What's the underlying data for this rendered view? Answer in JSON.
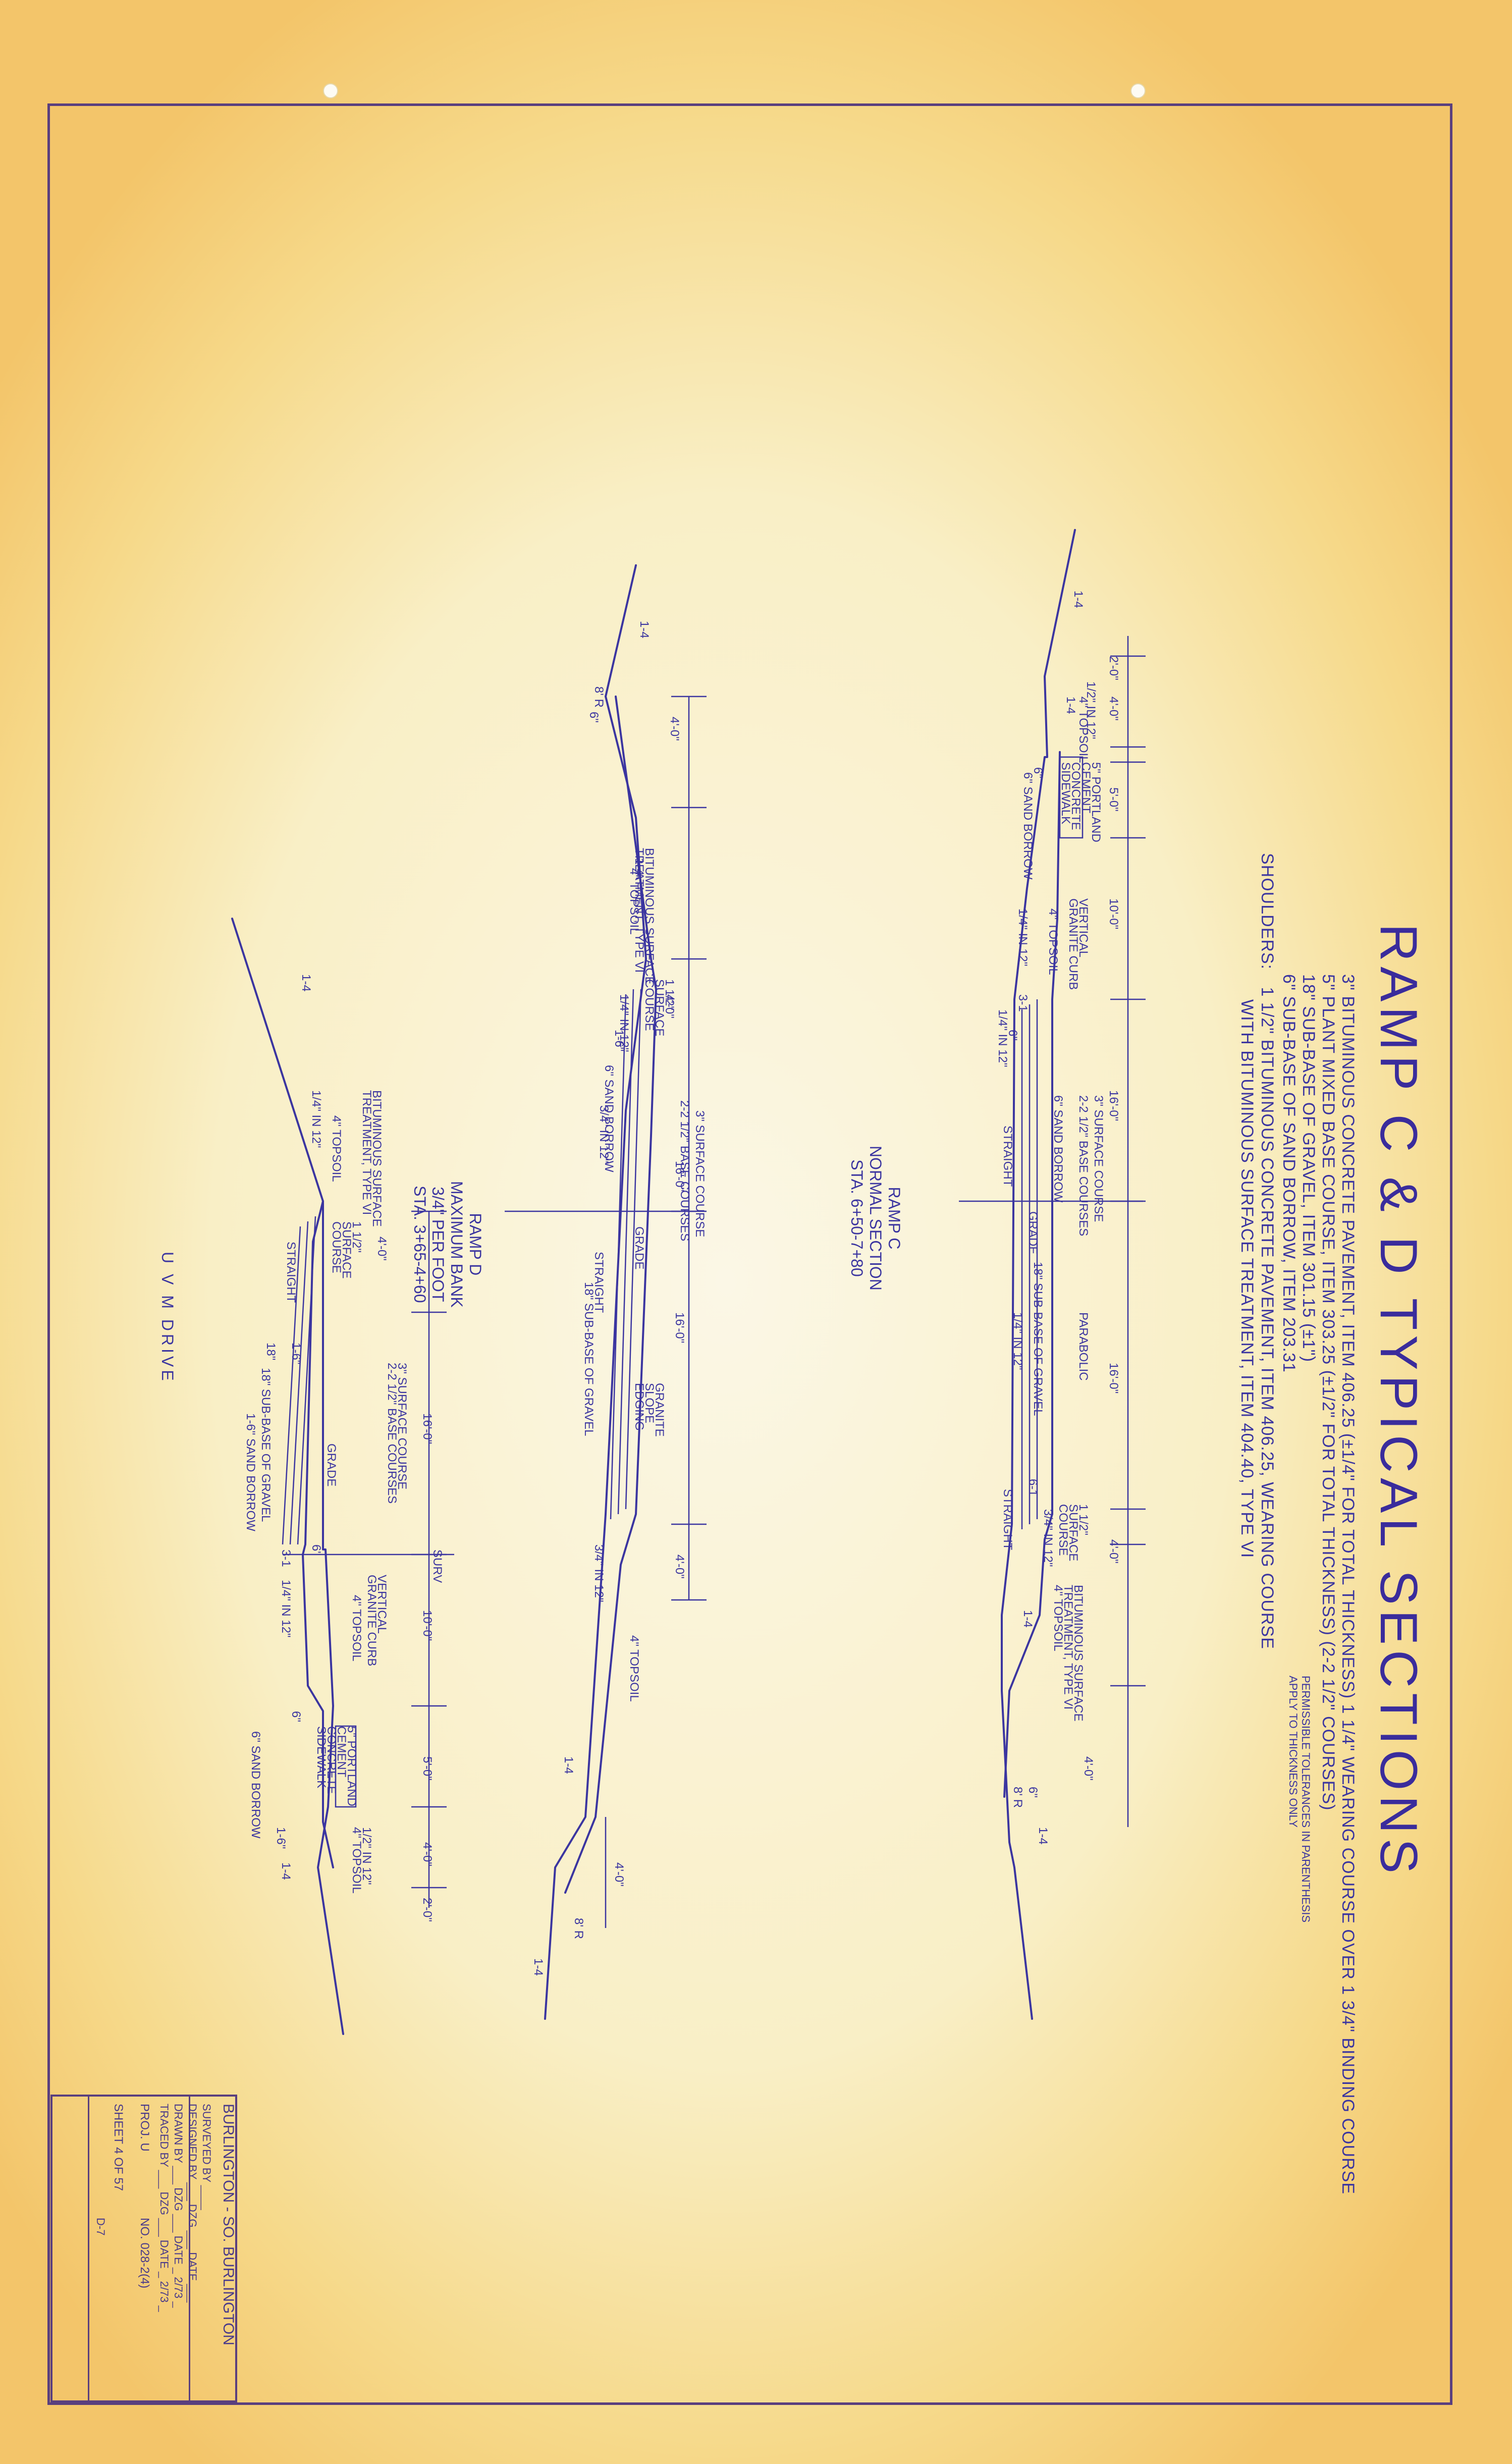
{
  "title": "RAMP C & D TYPICAL SECTIONS",
  "pavement_spec": [
    "3\" BITUMINOUS CONCRETE PAVEMENT, ITEM 406.25 (±1/4\" FOR TOTAL THICKNESS) 1 1/4\" WEARING COURSE OVER 1 3/4\" BINDING COURSE",
    "5\" PLANT MIXED BASE COURSE, ITEM 303.25 (±1/2\" FOR TOTAL THICKNESS) (2-2 1/2\" COURSES)",
    "18\" SUB-BASE OF GRAVEL, ITEM 301.15 (±1\")",
    "6\" SUB-BASE OF SAND BORROW, ITEM 203.31"
  ],
  "tolerance_note": [
    "PERMISSIBLE TOLERANCES IN PARENTHESIS",
    "APPLY TO THICKNESS ONLY"
  ],
  "shoulders": {
    "label": "SHOULDERS:",
    "lines": [
      "1 1/2\" BITUMINOUS CONCRETE PAVEMENT, ITEM 406.25, WEARING COURSE",
      "WITH BITUMINOUS SURFACE TREATMENT, ITEM 404.40, TYPE VI"
    ]
  },
  "sections": [
    {
      "caption": [
        "RAMP C",
        "NORMAL SECTION",
        "STA. 6+50-7+80"
      ],
      "labels": [
        {
          "t": "1-4"
        },
        {
          "t": "2'-0\""
        },
        {
          "t": "4'-0\""
        },
        {
          "t": "1/2\" IN 12\""
        },
        {
          "t": "4\" TOPSOIL"
        },
        {
          "t": "1-4"
        },
        {
          "t": "6\""
        },
        {
          "t": "5'-0\""
        },
        {
          "t": "5\" PORTLAND"
        },
        {
          "t": "CEMENT"
        },
        {
          "t": "CONCRETE"
        },
        {
          "t": "SIDEWALK"
        },
        {
          "t": "6\" SAND BORROW"
        },
        {
          "t": "10'-0\""
        },
        {
          "t": "VERTICAL"
        },
        {
          "t": "GRANITE CURB"
        },
        {
          "t": "4\" TOPSOIL"
        },
        {
          "t": "1/4\" IN 12\""
        },
        {
          "t": "3-1"
        },
        {
          "t": "6\""
        },
        {
          "t": "1/4\" IN 12\""
        },
        {
          "t": "16'-0\""
        },
        {
          "t": "3\" SURFACE COURSE"
        },
        {
          "t": "2-2 1/2\" BASE COURSES"
        },
        {
          "t": "6\" SAND BORROW"
        },
        {
          "t": "STRAIGHT"
        },
        {
          "t": "GRADE"
        },
        {
          "t": "18\" SUB-BASE OF GRAVEL"
        },
        {
          "t": "1/4\" IN 12\""
        },
        {
          "t": "PARABOLIC"
        },
        {
          "t": "16'-0\""
        },
        {
          "t": "STRAIGHT"
        },
        {
          "t": "1 1/2\""
        },
        {
          "t": "SURFACE"
        },
        {
          "t": "COURSE"
        },
        {
          "t": "4'-0\""
        },
        {
          "t": "3/4\" IN 12\""
        },
        {
          "t": "6-1"
        },
        {
          "t": "BITUMINOUS SURFACE"
        },
        {
          "t": "TREATMENT, TYPE VI"
        },
        {
          "t": "4\" TOPSOIL"
        },
        {
          "t": "1-4"
        },
        {
          "t": "4'-0\""
        },
        {
          "t": "6\""
        },
        {
          "t": "8' R"
        },
        {
          "t": "1-4"
        }
      ]
    },
    {
      "caption": [
        "RAMP C",
        "NORMAL SECTION",
        "STA. 6+50-7+80"
      ],
      "labels": [
        {
          "t": "1-4"
        },
        {
          "t": "8' R"
        },
        {
          "t": "6\""
        },
        {
          "t": "4'-0\""
        },
        {
          "t": "BITUMINOUS SURFACE"
        },
        {
          "t": "TREATMENT, TYPE VI"
        },
        {
          "t": "4\" TOPSOIL"
        },
        {
          "t": "1-4"
        },
        {
          "t": "1 1/2\""
        },
        {
          "t": "SURFACE"
        },
        {
          "t": "COURSE"
        },
        {
          "t": "4'-0\""
        },
        {
          "t": "1/4\" IN 12\""
        },
        {
          "t": "1-6\""
        },
        {
          "t": "3\" SURFACE COURSE"
        },
        {
          "t": "2-2 1/2\" BASE COURSES"
        },
        {
          "t": "6\" SAND BORROW"
        },
        {
          "t": "3/4\" IN 12\""
        },
        {
          "t": "16'-0\""
        },
        {
          "t": "GRADE"
        },
        {
          "t": "STRAIGHT"
        },
        {
          "t": "18\" SUB-BASE OF GRAVEL"
        },
        {
          "t": "16'-0\""
        },
        {
          "t": "GRANITE"
        },
        {
          "t": "SLOPE"
        },
        {
          "t": "EDGING"
        },
        {
          "t": "4'-0\""
        },
        {
          "t": "3/4\" IN 12\""
        },
        {
          "t": "4\" TOPSOIL"
        },
        {
          "t": "1-4"
        },
        {
          "t": "4'-0\""
        },
        {
          "t": "8' R"
        },
        {
          "t": "1-4"
        }
      ]
    },
    {
      "caption": [
        "RAMP D",
        "MAXIMUM BANK",
        "3/4\" PER FOOT",
        "STA. 3+65-4+60"
      ],
      "labels": [
        {
          "t": "1-4"
        },
        {
          "t": "1/4\" IN 12\""
        },
        {
          "t": "4\" TOPSOIL"
        },
        {
          "t": "BITUMINOUS SURFACE"
        },
        {
          "t": "TREATMENT, TYPE VI"
        },
        {
          "t": "1 1/2\""
        },
        {
          "t": "SURFACE"
        },
        {
          "t": "COURSE"
        },
        {
          "t": "4'-0\""
        },
        {
          "t": "STRAIGHT"
        },
        {
          "t": "1-6\""
        },
        {
          "t": "18\""
        },
        {
          "t": "3\" SURFACE COURSE"
        },
        {
          "t": "2-2 1/2\" BASE COURSES"
        },
        {
          "t": "18\" SUB-BASE OF GRAVEL"
        },
        {
          "t": "16'-0\""
        },
        {
          "t": "1-6\" SAND BORROW"
        },
        {
          "t": "GRADE"
        },
        {
          "t": "SURV"
        },
        {
          "t": "6\""
        },
        {
          "t": "3-1"
        },
        {
          "t": "VERTICAL"
        },
        {
          "t": "GRANITE CURB"
        },
        {
          "t": "1/4\" IN 12\""
        },
        {
          "t": "4\" TOPSOIL"
        },
        {
          "t": "10'-0\""
        },
        {
          "t": "6\""
        },
        {
          "t": "5\" PORTLAND"
        },
        {
          "t": "CEMENT"
        },
        {
          "t": "CONCRETE"
        },
        {
          "t": "SIDEWALK"
        },
        {
          "t": "6\" SAND BORROW"
        },
        {
          "t": "5'-0\""
        },
        {
          "t": "1-6\""
        },
        {
          "t": "1/2\" IN 12\""
        },
        {
          "t": "4\" TOPSOIL"
        },
        {
          "t": "4'-0\""
        },
        {
          "t": "1-4"
        },
        {
          "t": "2'-0\""
        }
      ]
    }
  ],
  "uvm_drive": "U V M  DRIVE",
  "title_block": {
    "project": "BURLINGTON - SO. BURLINGTON",
    "surveyed_by": "SURVEYED BY ____",
    "designed_by": "DESIGNED BY ___ DZG ___ DATE ___",
    "drawn_by": "DRAWN BY ___ DZG ___ DATE _ 2/73 _",
    "traced_by": "TRACED BY ___ DZG ___ DATE _ 2/73 _",
    "proj": "PROJ. U",
    "no": "NO. 028-2(4)",
    "sheet": "SHEET 4 OF 57",
    "ref": "D-7"
  }
}
